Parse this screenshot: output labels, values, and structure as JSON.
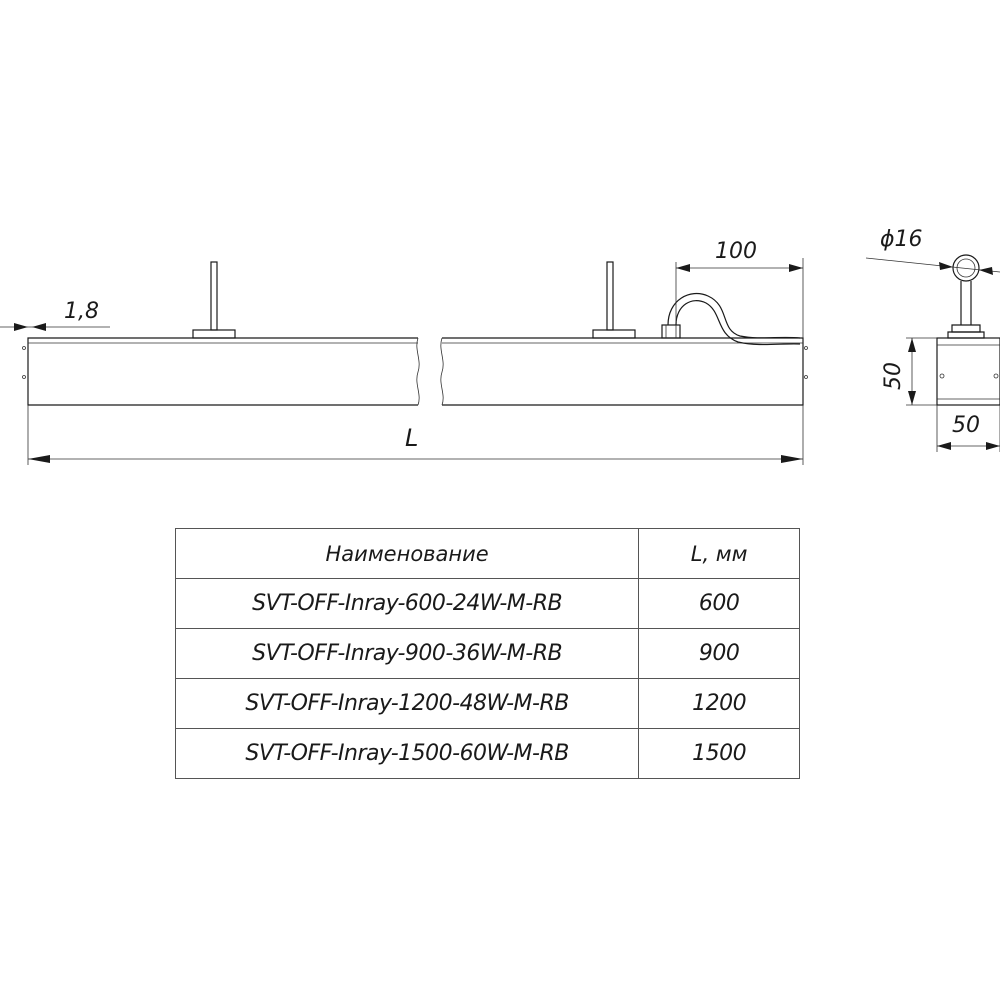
{
  "dimensions": {
    "thickness": "1,8",
    "cable_offset": "100",
    "length": "L",
    "cable_diameter": "ϕ16",
    "profile_height": "50",
    "profile_width": "50"
  },
  "table": {
    "headers": [
      "Наименование",
      "L, мм"
    ],
    "rows": [
      {
        "name": "SVT-OFF-Inray-600-24W-M-RB",
        "length": "600"
      },
      {
        "name": "SVT-OFF-Inray-900-36W-M-RB",
        "length": "900"
      },
      {
        "name": "SVT-OFF-Inray-1200-48W-M-RB",
        "length": "1200"
      },
      {
        "name": "SVT-OFF-Inray-1500-60W-M-RB",
        "length": "1500"
      }
    ]
  }
}
